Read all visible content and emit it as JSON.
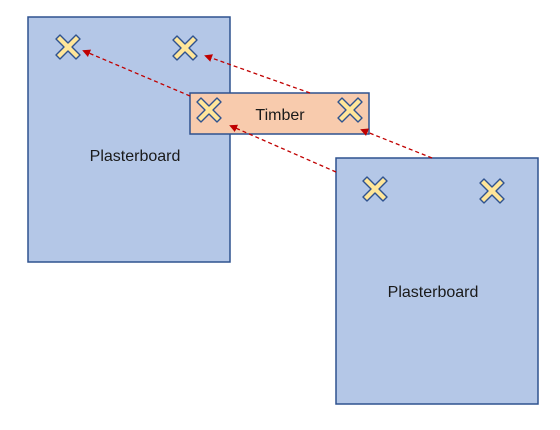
{
  "boards": [
    {
      "id": "plasterboard-left",
      "label": "Plasterboard"
    },
    {
      "id": "plasterboard-right",
      "label": "Plasterboard"
    }
  ],
  "timber": {
    "label": "Timber"
  },
  "colors": {
    "plasterboard_fill": "#b4c7e7",
    "plasterboard_stroke": "#2f528f",
    "timber_fill": "#f8cbad",
    "timber_stroke": "#2f528f",
    "marker_fill": "#ffe699",
    "marker_stroke": "#2f528f",
    "arrow": "#c00000"
  },
  "icons": {
    "marker": "cross-marker-icon"
  }
}
